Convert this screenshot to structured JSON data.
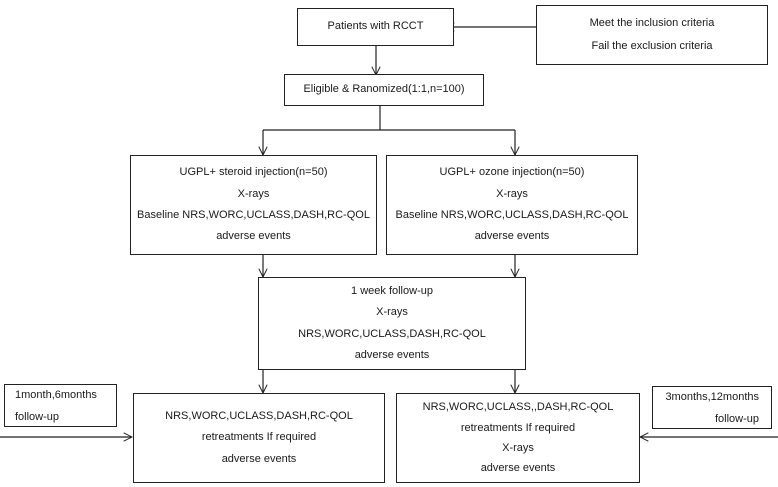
{
  "boxes": {
    "patients": {
      "lines": [
        "Patients with RCCT"
      ]
    },
    "criteria": {
      "lines": [
        "Meet the inclusion criteria",
        "Fail the exclusion criteria"
      ]
    },
    "randomized": {
      "lines": [
        "Eligible & Ranomized(1:1,n=100)"
      ]
    },
    "steroid": {
      "lines": [
        "UGPL+ steroid injection(n=50)",
        "X-rays",
        "Baseline NRS,WORC,UCLASS,DASH,RC-QOL",
        "adverse events"
      ]
    },
    "ozone": {
      "lines": [
        "UGPL+ ozone injection(n=50)",
        "X-rays",
        "Baseline NRS,WORC,UCLASS,DASH,RC-QOL",
        "adverse events"
      ]
    },
    "week1": {
      "lines": [
        "1 week follow-up",
        "X-rays",
        "NRS,WORC,UCLASS,DASH,RC-QOL",
        "adverse events"
      ]
    },
    "left_note": {
      "lines": [
        "1month,6months",
        "follow-up"
      ]
    },
    "right_note": {
      "lines": [
        "3months,12months",
        "follow-up"
      ]
    },
    "left_outcome": {
      "lines": [
        "NRS,WORC,UCLASS,DASH,RC-QOL",
        "retreatments If required",
        "adverse events"
      ]
    },
    "right_outcome": {
      "lines": [
        "NRS,WORC,UCLASS,,DASH,RC-QOL",
        "retreatments If required",
        "X-rays",
        "adverse events"
      ]
    }
  }
}
